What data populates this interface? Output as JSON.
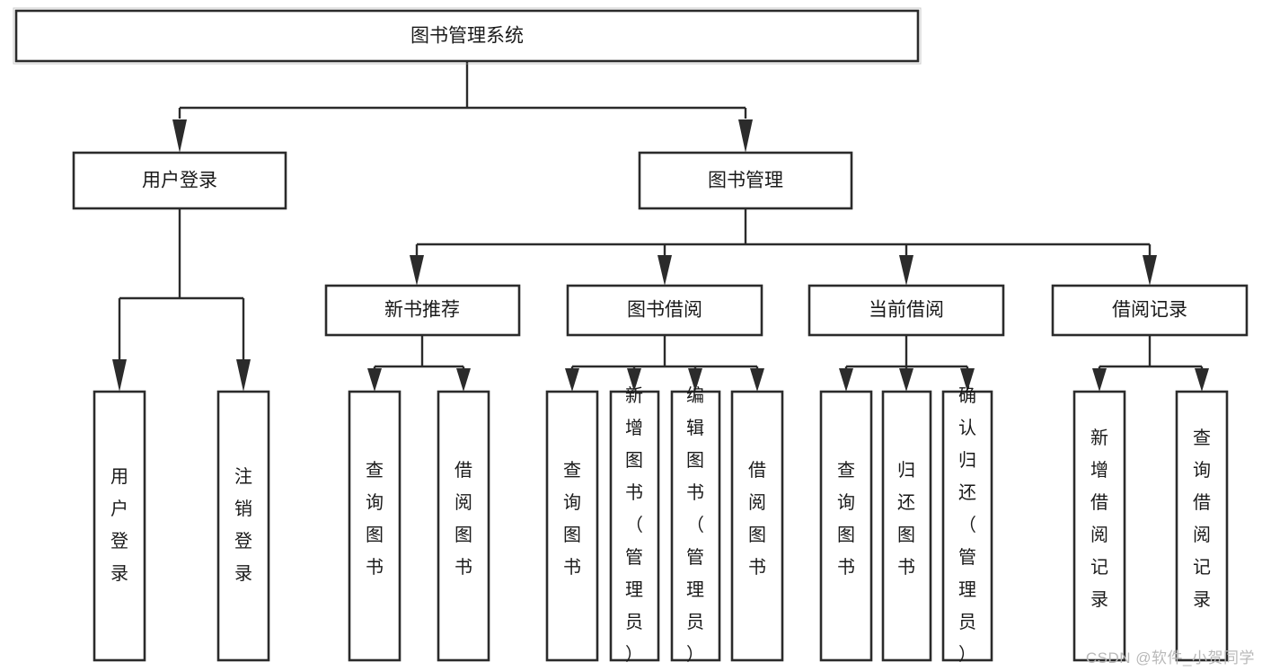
{
  "diagram": {
    "title": "图书管理系统",
    "watermark": "CSDN @软件_小贺同学",
    "colors": {
      "box_stroke": "#2b2b2b",
      "box_fill": "#ffffff",
      "line": "#2b2b2b",
      "text": "#1a1a1a",
      "watermark": "#b9b9b9",
      "background": "#ffffff"
    },
    "nodes": {
      "root": "图书管理系统",
      "level2": {
        "user_login": "用户登录",
        "book_manage": "图书管理"
      },
      "level3": {
        "new_book_recommend": "新书推荐",
        "book_borrow": "图书借阅",
        "current_borrow": "当前借阅",
        "borrow_record": "借阅记录"
      },
      "leaves": {
        "user_login_1": "用户登录",
        "user_login_2": "注销登录",
        "recommend_1": "查询图书",
        "recommend_2": "借阅图书",
        "borrow_1": "查询图书",
        "borrow_2": "新增图书（管理员）",
        "borrow_3": "编辑图书（管理员）",
        "borrow_4": "借阅图书",
        "current_1": "查询图书",
        "current_2": "归还图书",
        "current_3": "确认归还（管理员）",
        "record_1": "新增借阅记录",
        "record_2": "查询借阅记录"
      }
    }
  },
  "chart_data": {
    "type": "diagram",
    "subtype": "tree",
    "title": "图书管理系统",
    "orientation": "top-down",
    "tree": {
      "label": "图书管理系统",
      "children": [
        {
          "label": "用户登录",
          "children": [
            {
              "label": "用户登录",
              "children": []
            },
            {
              "label": "注销登录",
              "children": []
            }
          ]
        },
        {
          "label": "图书管理",
          "children": [
            {
              "label": "新书推荐",
              "children": [
                {
                  "label": "查询图书",
                  "children": []
                },
                {
                  "label": "借阅图书",
                  "children": []
                }
              ]
            },
            {
              "label": "图书借阅",
              "children": [
                {
                  "label": "查询图书",
                  "children": []
                },
                {
                  "label": "新增图书（管理员）",
                  "children": []
                },
                {
                  "label": "编辑图书（管理员）",
                  "children": []
                },
                {
                  "label": "借阅图书",
                  "children": []
                }
              ]
            },
            {
              "label": "当前借阅",
              "children": [
                {
                  "label": "查询图书",
                  "children": []
                },
                {
                  "label": "归还图书",
                  "children": []
                },
                {
                  "label": "确认归还（管理员）",
                  "children": []
                }
              ]
            },
            {
              "label": "借阅记录",
              "children": [
                {
                  "label": "新增借阅记录",
                  "children": []
                },
                {
                  "label": "查询借阅记录",
                  "children": []
                }
              ]
            }
          ]
        }
      ]
    },
    "levels": 4,
    "node_count": 20,
    "leaf_text_orientation": "vertical-rl"
  }
}
